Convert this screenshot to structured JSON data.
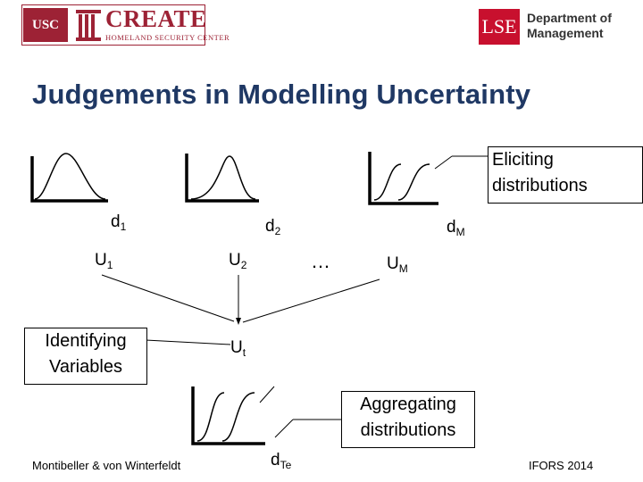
{
  "header": {
    "usc_logo_text": "USC",
    "create_logo_text": "CREATE",
    "create_logo_subtitle": "HOMELAND SECURITY CENTER",
    "lse_logo_text": "LSE",
    "lse_department_line1": "Department of",
    "lse_department_line2": "Management"
  },
  "title": "Judgements in Modelling Uncertainty",
  "diagram": {
    "eliciting_line1": "Eliciting",
    "eliciting_line2": "distributions",
    "d1": {
      "base": "d",
      "sub": "1"
    },
    "d2": {
      "base": "d",
      "sub": "2"
    },
    "dM": {
      "base": "d",
      "sub": "M"
    },
    "u1": {
      "base": "U",
      "sub": "1"
    },
    "u2": {
      "base": "U",
      "sub": "2"
    },
    "ellipsis": "…",
    "uM": {
      "base": "U",
      "sub": "M"
    },
    "identifying_line1": "Identifying",
    "identifying_line2": "Variables",
    "ut": {
      "base": "U",
      "sub": "t"
    },
    "aggregating_line1": "Aggregating",
    "aggregating_line2": "distributions",
    "dTe": {
      "base": "d",
      "sub": "Te"
    }
  },
  "footer": {
    "authors": "Montibeller & von Winterfeldt",
    "conference": "IFORS 2014"
  },
  "colors": {
    "title": "#1f3864",
    "usc_red": "#9d2235",
    "lse_red": "#c8102e"
  }
}
